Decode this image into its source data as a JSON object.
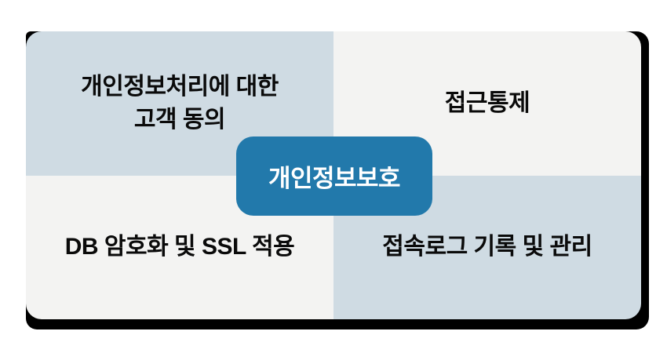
{
  "diagram": {
    "center": {
      "label": "개인정보보호"
    },
    "quadrants": {
      "top_left": {
        "label": "개인정보처리에 대한\n고객 동의"
      },
      "top_right": {
        "label": "접근통제"
      },
      "bottom_left": {
        "label": "DB 암호화 및 SSL 적용"
      },
      "bottom_right": {
        "label": "접속로그 기록 및 관리"
      }
    },
    "colors": {
      "accent_blue": "#2279ab",
      "tile_blue": "#cfdbe3",
      "tile_gray": "#f3f3f2",
      "shadow": "#000000",
      "label_text": "#0a0a0a",
      "center_text": "#ffffff",
      "page_background": "#ffffff"
    }
  }
}
